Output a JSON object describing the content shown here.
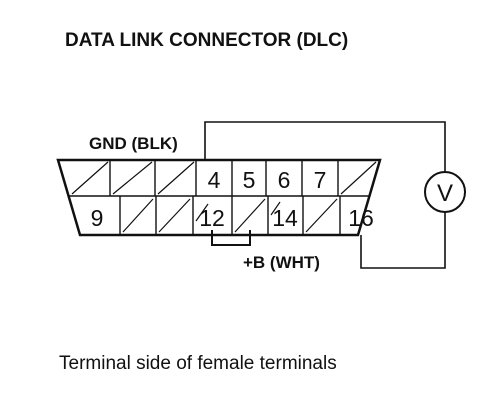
{
  "title": "DATA LINK CONNECTOR (DLC)",
  "gnd_label": "GND (BLK)",
  "b_plus_label": "+B (WHT)",
  "caption": "Terminal side of female terminals",
  "meter_symbol": "V",
  "meter_icon": "voltmeter-icon",
  "connector": {
    "top_row_pins": [
      "4",
      "5",
      "6",
      "7"
    ],
    "bottom_row_pins": [
      "9",
      "12",
      "14",
      "16"
    ]
  },
  "colors": {
    "ink": "#111111",
    "background": "#ffffff"
  }
}
